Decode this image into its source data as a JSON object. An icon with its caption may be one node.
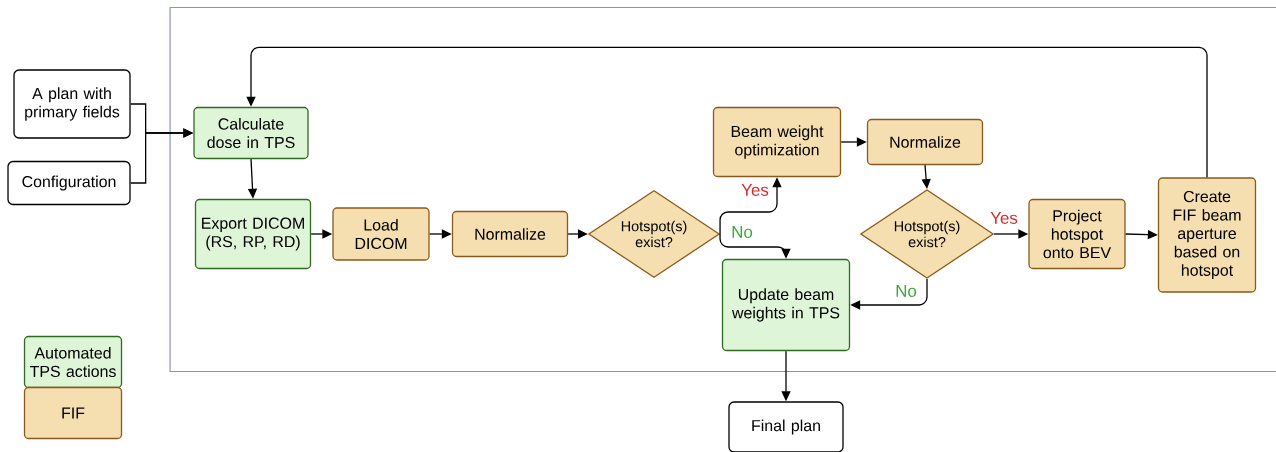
{
  "diagram": {
    "nodes": [
      {
        "text": [],
        "shape": "box"
      },
      {
        "text": [
          "A plan with primary fields"
        ]
      },
      {
        "text": [
          "Configuration"
        ]
      },
      {
        "text": [
          "Calculate dose in TPS"
        ],
        "in": 0
      },
      {
        "text": [
          "Export DICOM (RS, RP, RD)"
        ],
        "in": 0
      },
      {
        "text": [
          "Load DICOM"
        ],
        "in": 0
      },
      {
        "text": [
          "Normalize"
        ],
        "in": 0
      },
      {
        "text": [
          "Hotspot(s) exist?"
        ],
        "in": 0
      },
      {
        "text": [
          "Beam weight optimization"
        ],
        "in": 0
      },
      {
        "text": [
          "Update beam weights in TPS"
        ],
        "in": 0
      },
      {
        "text": [
          "Normalize"
        ],
        "in": 0
      },
      {
        "text": [
          "Hotspot(s) exist?"
        ],
        "in": 0
      },
      {
        "text": [
          "Project hotspot onto BEV"
        ],
        "in": 0
      },
      {
        "text": [
          "Create FIF beam aperture based on hotspot"
        ],
        "in": 0
      },
      {
        "text": [
          "Final plan"
        ]
      }
    ],
    "edges": [
      {
        "from": 1,
        "to": 3,
        "arrow": "to"
      },
      {
        "from": 2,
        "to": 3,
        "arrow": "to"
      },
      {
        "from": 3,
        "to": 4,
        "arrow": "to"
      },
      {
        "from": 4,
        "to": 5,
        "arrow": "to"
      },
      {
        "from": 5,
        "to": 6,
        "arrow": "to"
      },
      {
        "from": 6,
        "to": 7,
        "arrow": "to"
      },
      {
        "from": 7,
        "to": 8,
        "arrow": "to",
        "label": "Yes"
      },
      {
        "from": 7,
        "to": 9,
        "arrow": "to",
        "label": "No"
      },
      {
        "from": 8,
        "to": 10,
        "arrow": "to"
      },
      {
        "from": 10,
        "to": 11,
        "arrow": "to"
      },
      {
        "from": 11,
        "to": 12,
        "arrow": "to",
        "label": "Yes"
      },
      {
        "from": 11,
        "to": 9,
        "arrow": "to",
        "label": "No"
      },
      {
        "from": 12,
        "to": 13,
        "arrow": "to"
      },
      {
        "from": 13,
        "to": 3,
        "arrow": "to"
      },
      {
        "from": 9,
        "to": 14,
        "arrow": "to"
      }
    ],
    "legend": [
      {
        "text": "Automated TPS actions",
        "color": "#dff5d8"
      },
      {
        "text": "FIF",
        "color": "#f5dfb0"
      }
    ]
  }
}
